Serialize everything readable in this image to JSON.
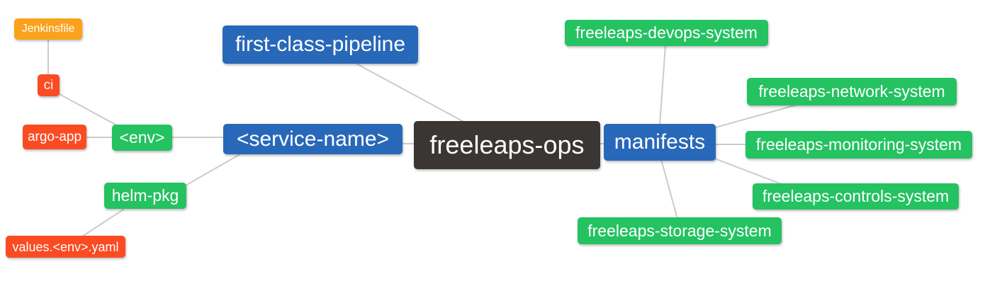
{
  "diagram": {
    "type": "mindmap",
    "background": "#FFFFFF",
    "root_label": "freeleaps-ops"
  },
  "colors": {
    "root_dark": "#3A3633",
    "branch_blue": "#2868B9",
    "sub_green": "#24C261",
    "leaf_red": "#FA4B22",
    "leaf_orange": "#FAA21C",
    "edge_gray": "#CBCBCB",
    "node_text": "#FFFFFF"
  },
  "nodes": {
    "jenkinsfile": {
      "label": "Jenkinsfile",
      "color": "orange"
    },
    "ci": {
      "label": "ci",
      "color": "red"
    },
    "argo_app": {
      "label": "argo-app",
      "color": "red"
    },
    "env": {
      "label": "<env>",
      "color": "green"
    },
    "helm_pkg": {
      "label": "helm-pkg",
      "color": "green"
    },
    "values_env_yaml": {
      "label": "values.<env>.yaml",
      "color": "red"
    },
    "first_class_pipeline": {
      "label": "first-class-pipeline",
      "color": "blue"
    },
    "service_name": {
      "label": "<service-name>",
      "color": "blue"
    },
    "root": {
      "label": "freeleaps-ops",
      "color": "dark"
    },
    "manifests": {
      "label": "manifests",
      "color": "blue"
    },
    "devops_system": {
      "label": "freeleaps-devops-system",
      "color": "green"
    },
    "network_system": {
      "label": "freeleaps-network-system",
      "color": "green"
    },
    "monitoring_system": {
      "label": "freeleaps-monitoring-system",
      "color": "green"
    },
    "controls_system": {
      "label": "freeleaps-controls-system",
      "color": "green"
    },
    "storage_system": {
      "label": "freeleaps-storage-system",
      "color": "green"
    }
  },
  "edges": [
    {
      "from": "jenkinsfile",
      "to": "ci"
    },
    {
      "from": "ci",
      "to": "env"
    },
    {
      "from": "argo_app",
      "to": "env"
    },
    {
      "from": "env",
      "to": "service_name"
    },
    {
      "from": "helm_pkg",
      "to": "service_name"
    },
    {
      "from": "values_env_yaml",
      "to": "helm_pkg"
    },
    {
      "from": "first_class_pipeline",
      "to": "root"
    },
    {
      "from": "service_name",
      "to": "root"
    },
    {
      "from": "root",
      "to": "manifests"
    },
    {
      "from": "manifests",
      "to": "devops_system"
    },
    {
      "from": "manifests",
      "to": "network_system"
    },
    {
      "from": "manifests",
      "to": "monitoring_system"
    },
    {
      "from": "manifests",
      "to": "controls_system"
    },
    {
      "from": "manifests",
      "to": "storage_system"
    }
  ]
}
